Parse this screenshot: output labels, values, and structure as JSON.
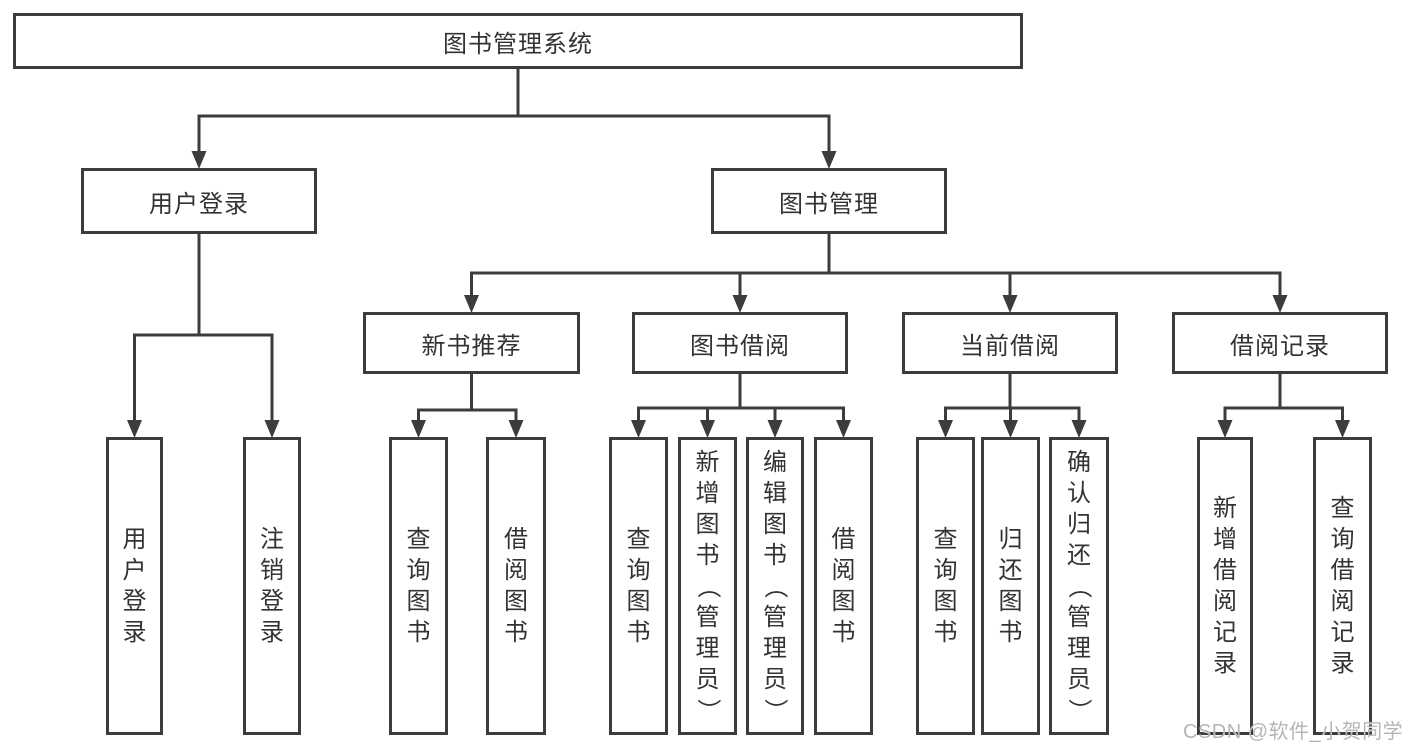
{
  "diagram": {
    "title": "图书管理系统",
    "nodes": [
      {
        "id": "root",
        "label": "图书管理系统",
        "orient": "h"
      },
      {
        "id": "login",
        "label": "用户登录",
        "orient": "h"
      },
      {
        "id": "mgmt",
        "label": "图书管理",
        "orient": "h"
      },
      {
        "id": "newbook",
        "label": "新书推荐",
        "orient": "h"
      },
      {
        "id": "borrow",
        "label": "图书借阅",
        "orient": "h"
      },
      {
        "id": "current",
        "label": "当前借阅",
        "orient": "h"
      },
      {
        "id": "records",
        "label": "借阅记录",
        "orient": "h"
      },
      {
        "id": "login-user",
        "label": "用户登录",
        "orient": "v"
      },
      {
        "id": "login-logout",
        "label": "注销登录",
        "orient": "v"
      },
      {
        "id": "newbook-query",
        "label": "查询图书",
        "orient": "v"
      },
      {
        "id": "newbook-borrow",
        "label": "借阅图书",
        "orient": "v"
      },
      {
        "id": "borrow-query",
        "label": "查询图书",
        "orient": "v"
      },
      {
        "id": "borrow-add",
        "label": "新增图书（管理员）",
        "orient": "v"
      },
      {
        "id": "borrow-edit",
        "label": "编辑图书（管理员）",
        "orient": "v"
      },
      {
        "id": "borrow-borrow",
        "label": "借阅图书",
        "orient": "v"
      },
      {
        "id": "current-query",
        "label": "查询图书",
        "orient": "v"
      },
      {
        "id": "current-return",
        "label": "归还图书",
        "orient": "v"
      },
      {
        "id": "current-confirm",
        "label": "确认归还（管理员）",
        "orient": "v"
      },
      {
        "id": "records-add",
        "label": "新增借阅记录",
        "orient": "v"
      },
      {
        "id": "records-query",
        "label": "查询借阅记录",
        "orient": "v"
      }
    ],
    "edges": [
      {
        "from": "root",
        "to": [
          "login",
          "mgmt"
        ]
      },
      {
        "from": "login",
        "to": [
          "login-user",
          "login-logout"
        ]
      },
      {
        "from": "mgmt",
        "to": [
          "newbook",
          "borrow",
          "current",
          "records"
        ]
      },
      {
        "from": "newbook",
        "to": [
          "newbook-query",
          "newbook-borrow"
        ]
      },
      {
        "from": "borrow",
        "to": [
          "borrow-query",
          "borrow-add",
          "borrow-edit",
          "borrow-borrow"
        ]
      },
      {
        "from": "current",
        "to": [
          "current-query",
          "current-return",
          "current-confirm"
        ]
      },
      {
        "from": "records",
        "to": [
          "records-add",
          "records-query"
        ]
      }
    ]
  },
  "watermark": {
    "text": "CSDN @软件_小贺同学"
  },
  "colors": {
    "line": "#3c3c3c",
    "box_border": "#3c3c3c",
    "box_fill": "#ffffff",
    "text": "#333333",
    "watermark": "#b5b5b5",
    "background": "#ffffff"
  }
}
